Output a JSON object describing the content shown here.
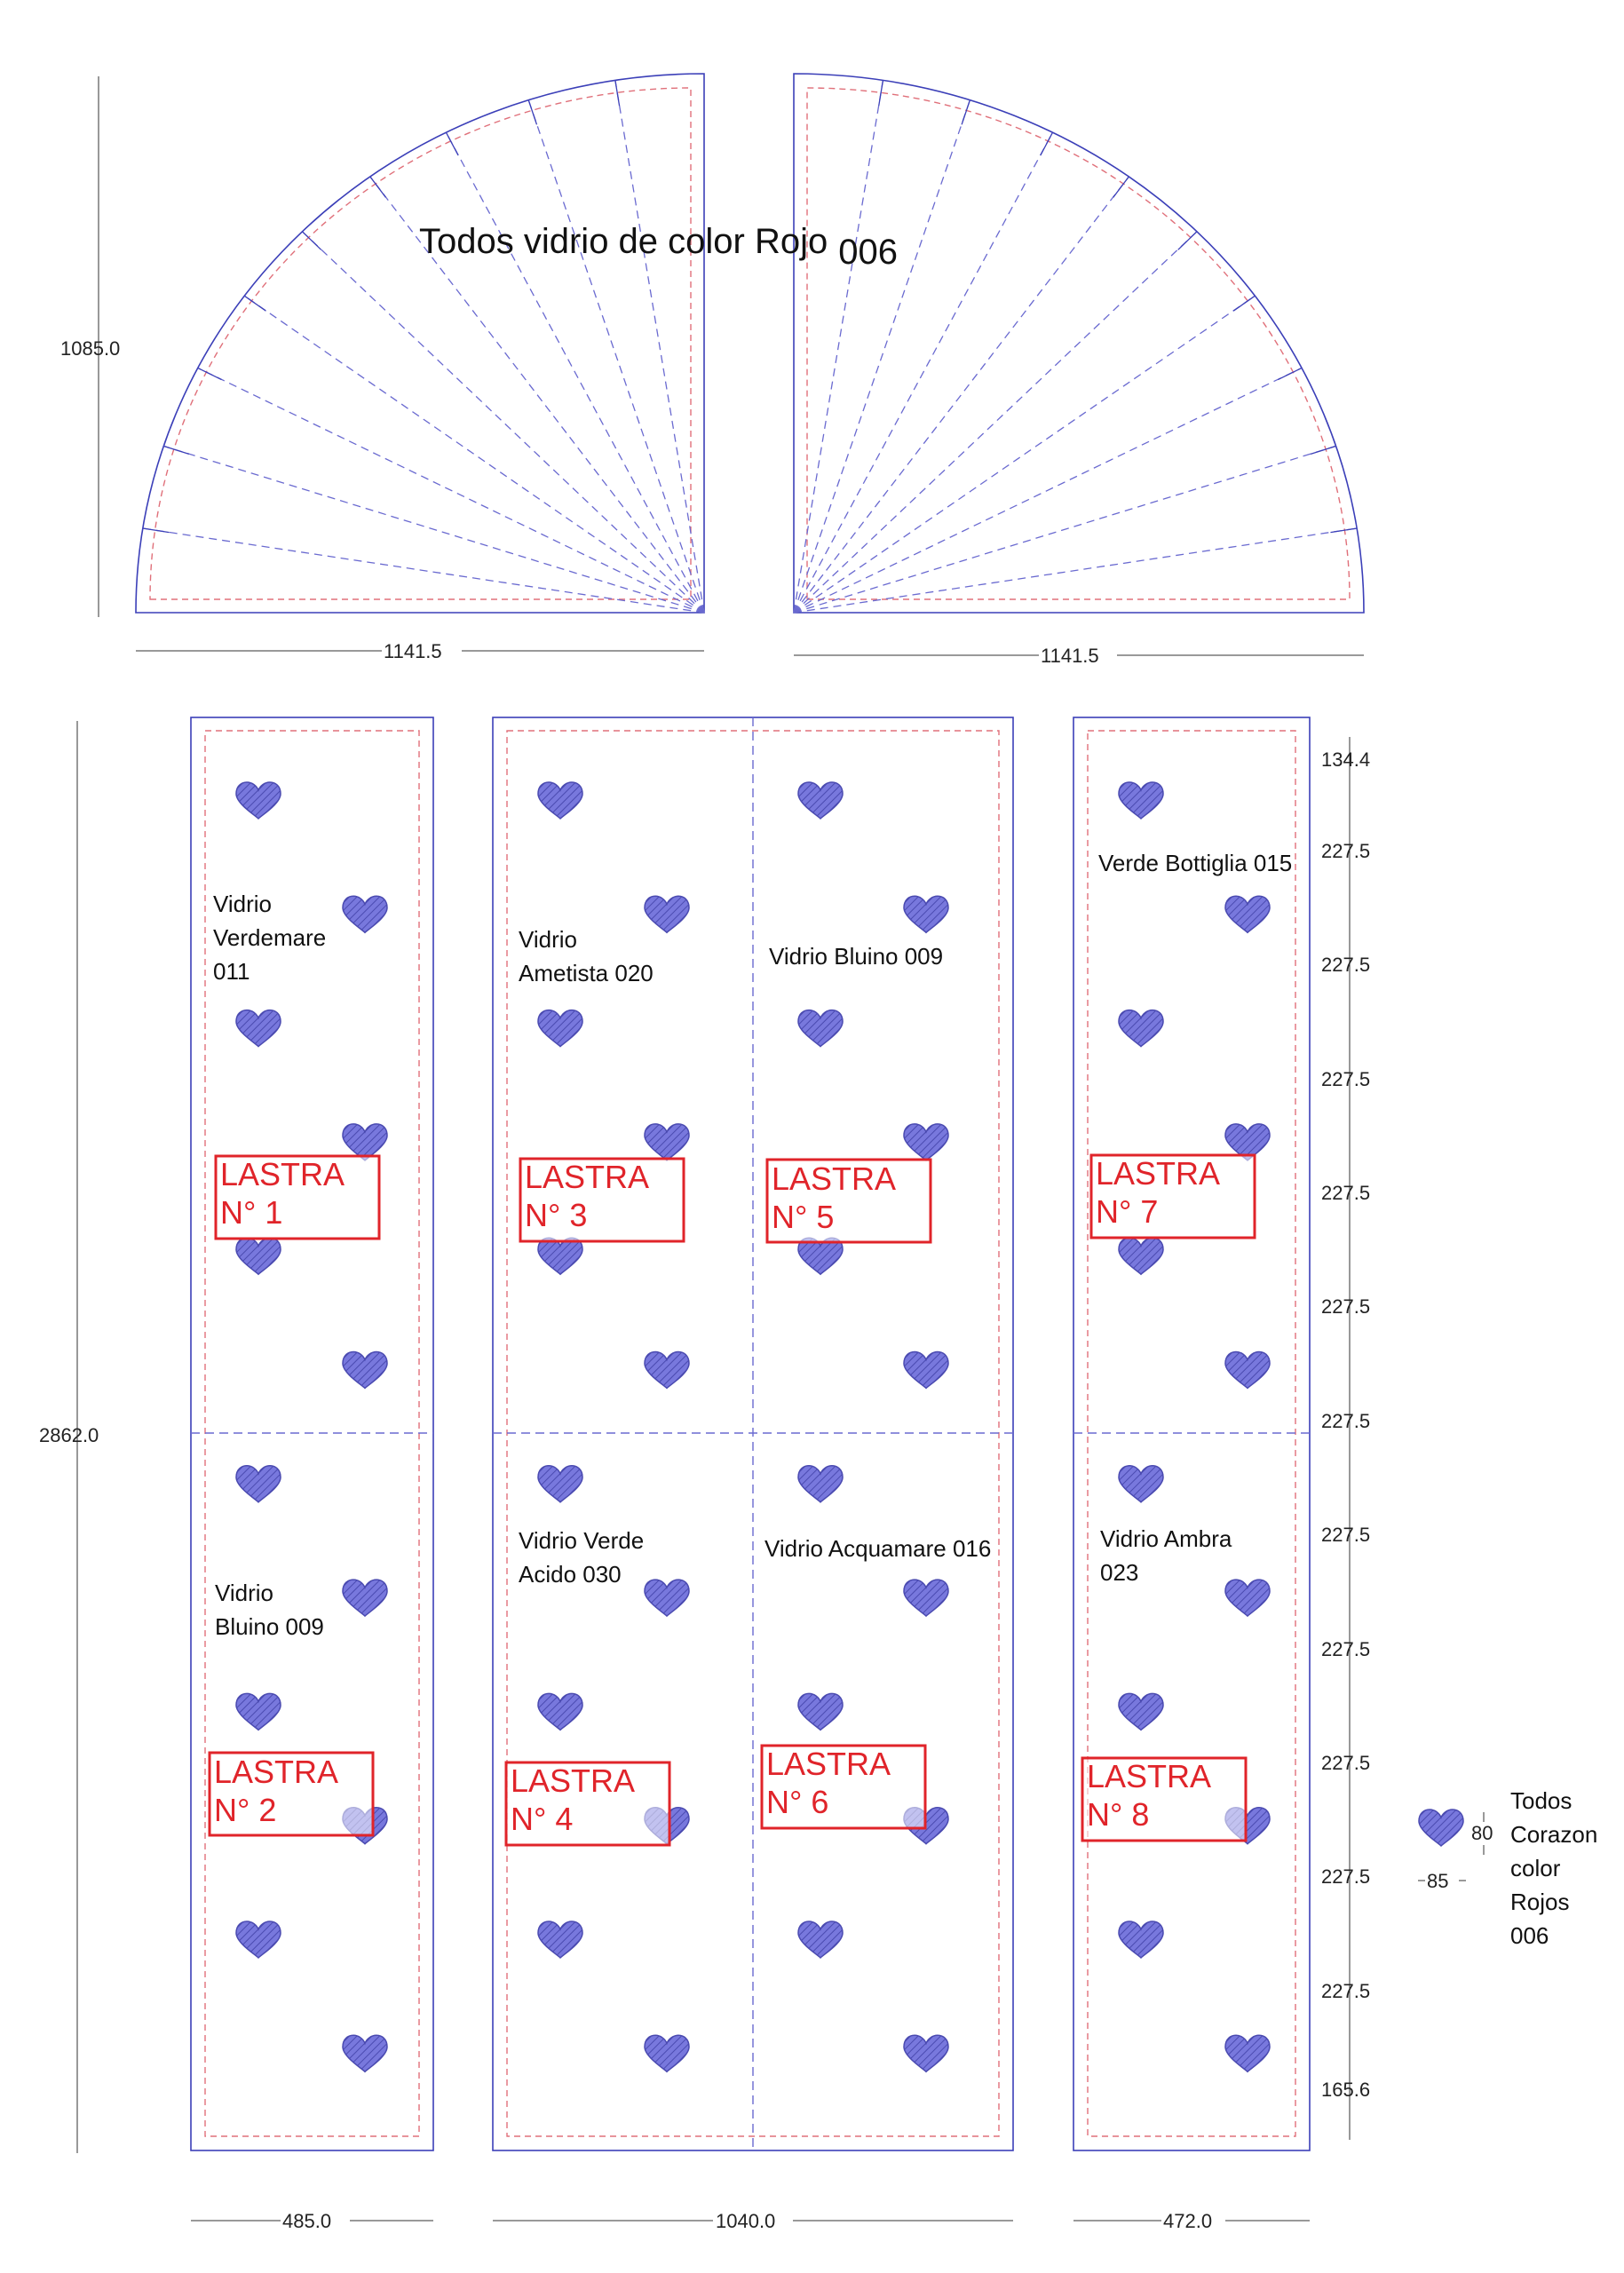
{
  "title_main": "Todos vidrio de color Rojo",
  "title_code": "006",
  "dimensions": {
    "arch_height": "1085.0",
    "arch_left_width": "1141.5",
    "arch_right_width": "1141.5",
    "panels_height": "2862.0",
    "width_left": "485.0",
    "width_middle": "1040.0",
    "width_right": "472.0",
    "row_spacings": [
      "134.4",
      "227.5",
      "227.5",
      "227.5",
      "227.5",
      "227.5",
      "227.5",
      "227.5",
      "227.5",
      "227.5",
      "227.5",
      "227.5",
      "165.6"
    ]
  },
  "glass_labels": [
    {
      "id": "lastra-1",
      "lines": [
        "Vidrio",
        "Verdemare",
        "011"
      ]
    },
    {
      "id": "lastra-2",
      "lines": [
        "Vidrio",
        "Bluino 009"
      ]
    },
    {
      "id": "lastra-3",
      "lines": [
        "Vidrio",
        "Ametista 020"
      ]
    },
    {
      "id": "lastra-4",
      "lines": [
        "Vidrio Verde",
        "Acido 030"
      ]
    },
    {
      "id": "lastra-5",
      "lines": [
        "Vidrio Bluino 009"
      ]
    },
    {
      "id": "lastra-6",
      "lines": [
        "Vidrio Acquamare 016"
      ]
    },
    {
      "id": "lastra-7",
      "lines": [
        "Verde Bottiglia 015"
      ]
    },
    {
      "id": "lastra-8",
      "lines": [
        "Vidrio Ambra",
        "023"
      ]
    }
  ],
  "lastra_labels": [
    {
      "line1": "LASTRA",
      "line2": "N° 1"
    },
    {
      "line1": "LASTRA",
      "line2": "N° 2"
    },
    {
      "line1": "LASTRA",
      "line2": "N° 3"
    },
    {
      "line1": "LASTRA",
      "line2": "N° 4"
    },
    {
      "line1": "LASTRA",
      "line2": "N° 5"
    },
    {
      "line1": "LASTRA",
      "line2": "N° 6"
    },
    {
      "line1": "LASTRA",
      "line2": "N° 7"
    },
    {
      "line1": "LASTRA",
      "line2": "N° 8"
    }
  ],
  "legend": {
    "heart_height": "80",
    "heart_width": "85",
    "text_lines": [
      "Todos",
      "Corazon",
      "color",
      "Rojos",
      "006"
    ]
  },
  "colors": {
    "outline": "#3b3fb8",
    "inner_dash": "#e0707a",
    "fan_dash": "#6a6ad0",
    "heart_fill": "#7878dd",
    "heart_hatch": "#4a4ab0",
    "lastra_red": "#e0242a",
    "dim_line": "#333333"
  },
  "icons": {
    "heart": "heart-icon"
  }
}
